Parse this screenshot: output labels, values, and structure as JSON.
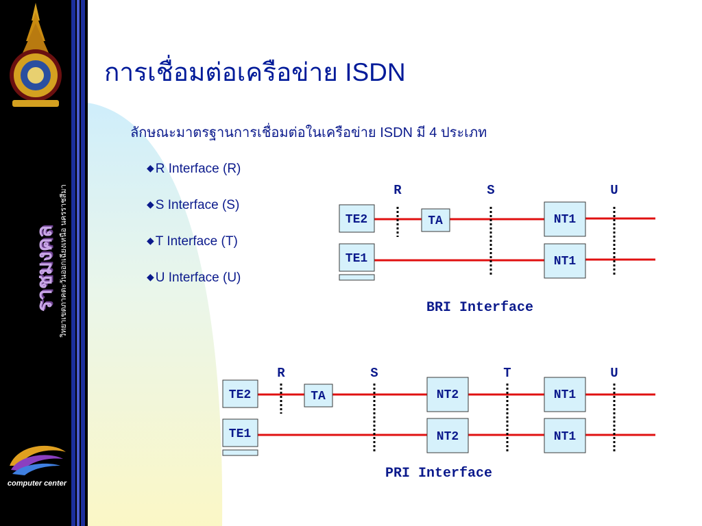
{
  "slide": {
    "title": "การเชื่อมต่อเครือข่าย ISDN",
    "subtitle": "ลักษณะมาตรฐานการเชื่อมต่อในเครือข่าย ISDN มี 4 ประเภท",
    "bullets": [
      "R Interface (R)",
      "S Interface (S)",
      "T Interface (T)",
      "U Interface (U)"
    ]
  },
  "branding": {
    "vertical_logo": "ราชมงคล",
    "vertical_logo_sub": "วิทยาเขตภาคตะวันออกเฉียงเหนือ นครราชสีมา",
    "computer_center": "computer center"
  },
  "bri": {
    "caption": "BRI Interface",
    "ref_labels": [
      "R",
      "S",
      "U"
    ],
    "boxes": {
      "te2": "TE2",
      "ta": "TA",
      "te1": "TE1",
      "nt1_top": "NT1",
      "nt1_bottom": "NT1"
    }
  },
  "pri": {
    "caption": "PRI Interface",
    "ref_labels": [
      "R",
      "S",
      "T",
      "U"
    ],
    "boxes": {
      "te2": "TE2",
      "ta": "TA",
      "te1": "TE1",
      "nt2_top": "NT2",
      "nt2_bottom": "NT2",
      "nt1_top": "NT1",
      "nt1_bottom": "NT1"
    }
  },
  "colors": {
    "line": "#e01010",
    "box_fill": "#d6f1fb",
    "box_stroke": "#3a3a3a",
    "text_blue": "#0b1a8c"
  }
}
